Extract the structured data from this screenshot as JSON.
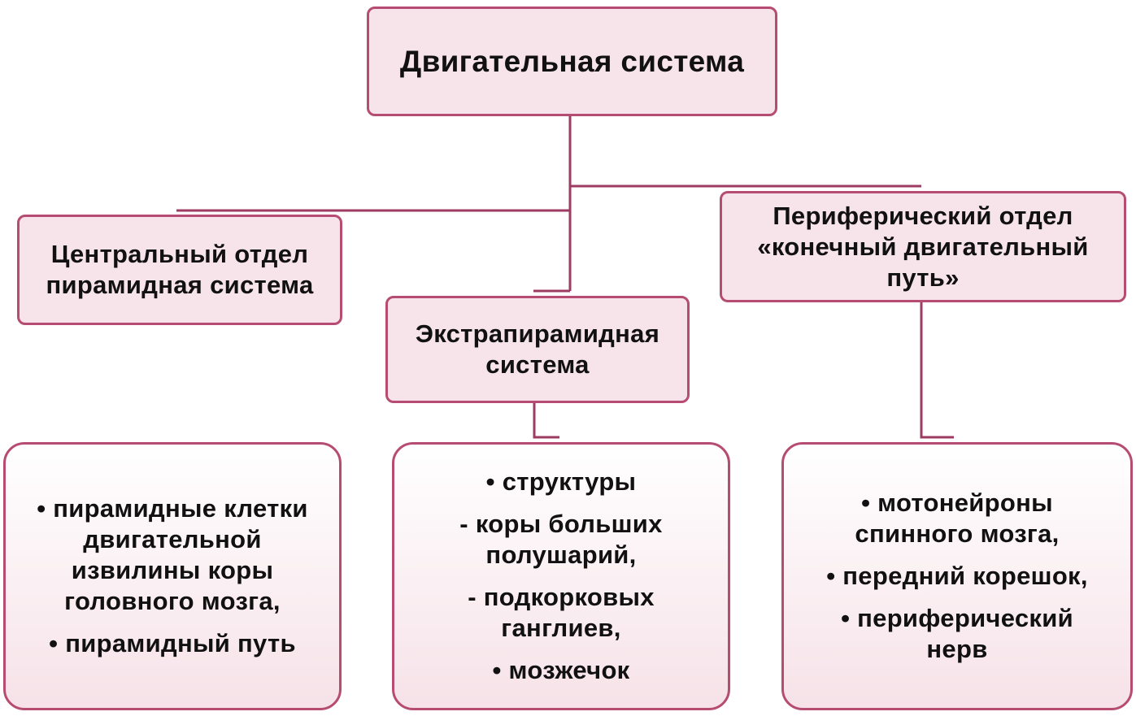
{
  "diagram": {
    "root": {
      "title": "Двигательная система"
    },
    "central": {
      "lines": [
        "Центральный отдел",
        "пирамидная система"
      ]
    },
    "extrapyramidal": {
      "lines": [
        "Экстрапирамидная",
        "система"
      ]
    },
    "peripheral": {
      "lines": [
        "Периферический отдел",
        "«конечный двигательный",
        "путь»"
      ]
    },
    "central_details": {
      "items": [
        [
          "• пирамидные клетки",
          "двигательной",
          "извилины коры",
          "головного мозга,"
        ],
        [
          "• пирамидный путь"
        ]
      ]
    },
    "extrapyramidal_details": {
      "items": [
        [
          "• структуры"
        ],
        [
          "- коры больших",
          "полушарий,"
        ],
        [
          "- подкорковых",
          "ганглиев,"
        ],
        [
          "• мозжечок"
        ]
      ]
    },
    "peripheral_details": {
      "items": [
        [
          "• мотонейроны",
          "спинного мозга,"
        ],
        [
          "• передний корешок,"
        ],
        [
          "• периферический",
          "нерв"
        ]
      ]
    },
    "colors": {
      "border": "#b64c72",
      "connector": "#9e3b62",
      "fill": "#f7e4ea"
    }
  }
}
